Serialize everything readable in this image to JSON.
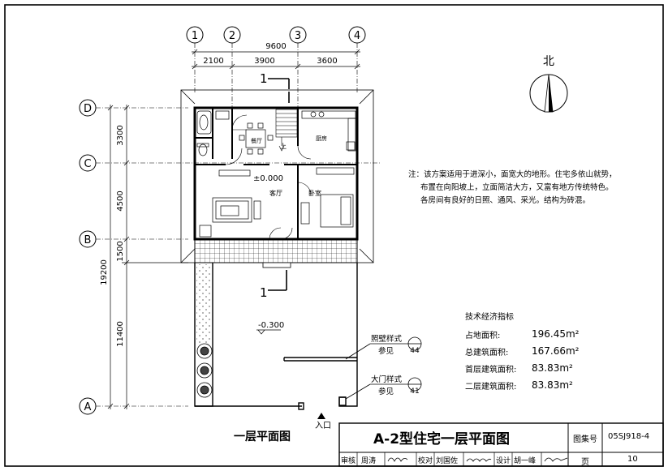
{
  "grid": {
    "columns": [
      "1",
      "2",
      "3",
      "4"
    ],
    "rows": [
      "D",
      "C",
      "B",
      "A"
    ],
    "top_dims": {
      "overall": "9600",
      "segments": [
        "2100",
        "3900",
        "3600"
      ]
    },
    "left_dims": {
      "overall": "19200",
      "segments": [
        "3300",
        "4500",
        "1500",
        "11400"
      ]
    }
  },
  "north_label": "北",
  "section_mark": "1",
  "rooms": {
    "dining": "餐厅",
    "kitchen": "厨房",
    "living": "客厅",
    "bedroom": "卧室",
    "up": "上"
  },
  "elevations": {
    "floor": "±0.000",
    "yard": "-0.300"
  },
  "refs": [
    {
      "name": "照壁样式",
      "see": "参见",
      "sheet": "44"
    },
    {
      "name": "大门样式",
      "see": "参见",
      "sheet": "41"
    }
  ],
  "entrance": "入口",
  "note": [
    "注：该方案适用于进深小，面宽大的地形。住宅多依山就势，",
    "布置在向阳坡上，立面简洁大方，又富有地方传统特色。",
    "各房间有良好的日照、通风、采光。结构为砖混。"
  ],
  "metrics": {
    "title": "技术经济指标",
    "items": [
      {
        "label": "占地面积:",
        "value": "196.45m²"
      },
      {
        "label": "总建筑面积:",
        "value": "167.66m²"
      },
      {
        "label": "首层建筑面积:",
        "value": "83.83m²"
      },
      {
        "label": "二层建筑面积:",
        "value": "83.83m²"
      }
    ]
  },
  "plan_title": "一层平面图",
  "title_block": {
    "main_title": "A-2型住宅一层平面图",
    "atlas_label": "图集号",
    "atlas_no": "05SJ918-4",
    "page_label": "页",
    "page_no": "10",
    "roles": [
      {
        "role": "审核",
        "name": "周涛"
      },
      {
        "role": "校对",
        "name": "刘国佐"
      },
      {
        "role": "设计",
        "name": "胡一峰"
      }
    ]
  }
}
